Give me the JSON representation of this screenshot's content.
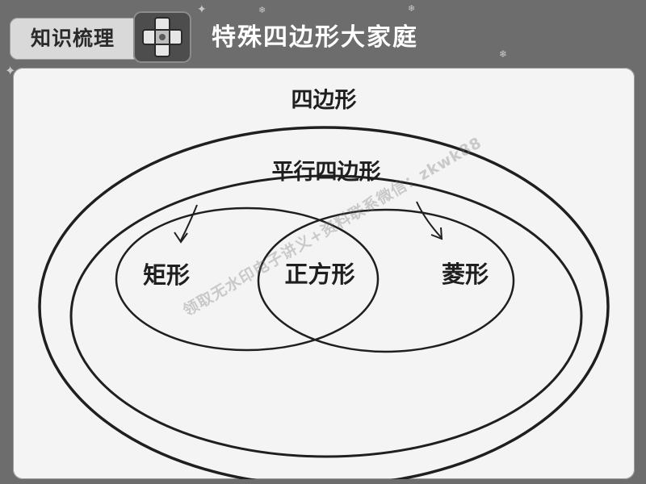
{
  "header": {
    "badge_label": "知识梳理",
    "title": "特殊四边形大家庭",
    "icon": "puzzle-cross-icon"
  },
  "diagram": {
    "outer_label": "四边形",
    "inner_label": "平行四边形",
    "left_circle_label": "矩形",
    "overlap_label": "正方形",
    "right_circle_label": "菱形"
  },
  "watermark": {
    "text": "领取无水印电子讲义+资料联系微信：zkwk88"
  },
  "colors": {
    "background": "#6d6d6d",
    "panel": "#f4f4f4",
    "stroke": "#1f1f1f",
    "title_text": "#ffffff"
  }
}
